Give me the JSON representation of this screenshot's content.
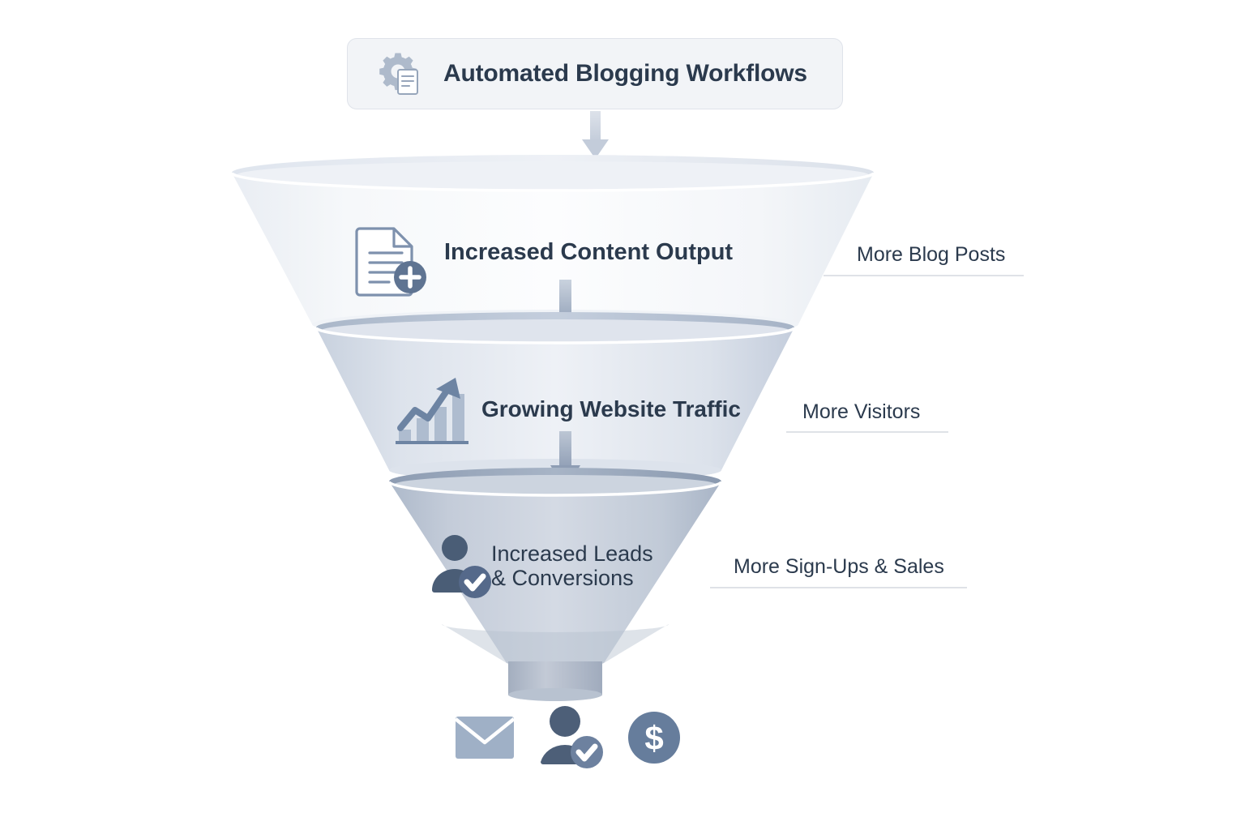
{
  "diagram": {
    "title": "Automated Blogging Workflows",
    "background_color": "#ffffff",
    "text_color": "#2b3a4d",
    "accent_color": "#667d9c",
    "header": {
      "label": "Automated Blogging Workflows",
      "icon": "gear-document-icon",
      "background_color": "#f2f4f7",
      "border_color": "#dfe3ea"
    },
    "flow_arrows": [
      {
        "name": "arrow-header-to-tier1",
        "color": "#ccd3de"
      },
      {
        "name": "arrow-tier1-to-tier2",
        "color": "#a8b5c7"
      },
      {
        "name": "arrow-tier2-to-tier3",
        "color": "#93a3ba"
      }
    ],
    "funnel": {
      "tiers": [
        {
          "id": "tier-1",
          "label": "Increased Content Output",
          "icon": "document-plus-icon",
          "callout": "More Blog Posts",
          "fill_color": "#f3f5f8",
          "rim_color": "#dfe4ec"
        },
        {
          "id": "tier-2",
          "label": "Growing Website Traffic",
          "icon": "growth-chart-icon",
          "callout": "More Visitors",
          "fill_color": "#dde3ec",
          "rim_color": "#b9c4d4"
        },
        {
          "id": "tier-3",
          "label_line1": "Increased Leads",
          "label_line2": "& Conversions",
          "label": "Increased Leads & Conversions",
          "icon": "user-check-icon",
          "callout": "More Sign-Ups & Sales",
          "fill_color": "#c3ccda",
          "rim_color": "#98a6bb"
        }
      ],
      "spout": {
        "name": "funnel-spout",
        "color": "#b3bdcc"
      }
    },
    "outcome_icons": [
      {
        "name": "envelope-icon",
        "color": "#9fb0c6"
      },
      {
        "name": "user-check-icon",
        "color": "#4d5f78"
      },
      {
        "name": "dollar-circle-icon",
        "color": "#667d9c"
      }
    ]
  },
  "chart_data": {
    "type": "funnel",
    "title": "Automated Blogging Workflows",
    "stages": [
      "Increased Content Output",
      "Growing Website Traffic",
      "Increased Leads & Conversions"
    ],
    "stage_outcomes": [
      "More Blog Posts",
      "More Visitors",
      "More Sign-Ups & Sales"
    ],
    "relative_widths": [
      100,
      74,
      52
    ],
    "legend": "none",
    "grid": false
  }
}
